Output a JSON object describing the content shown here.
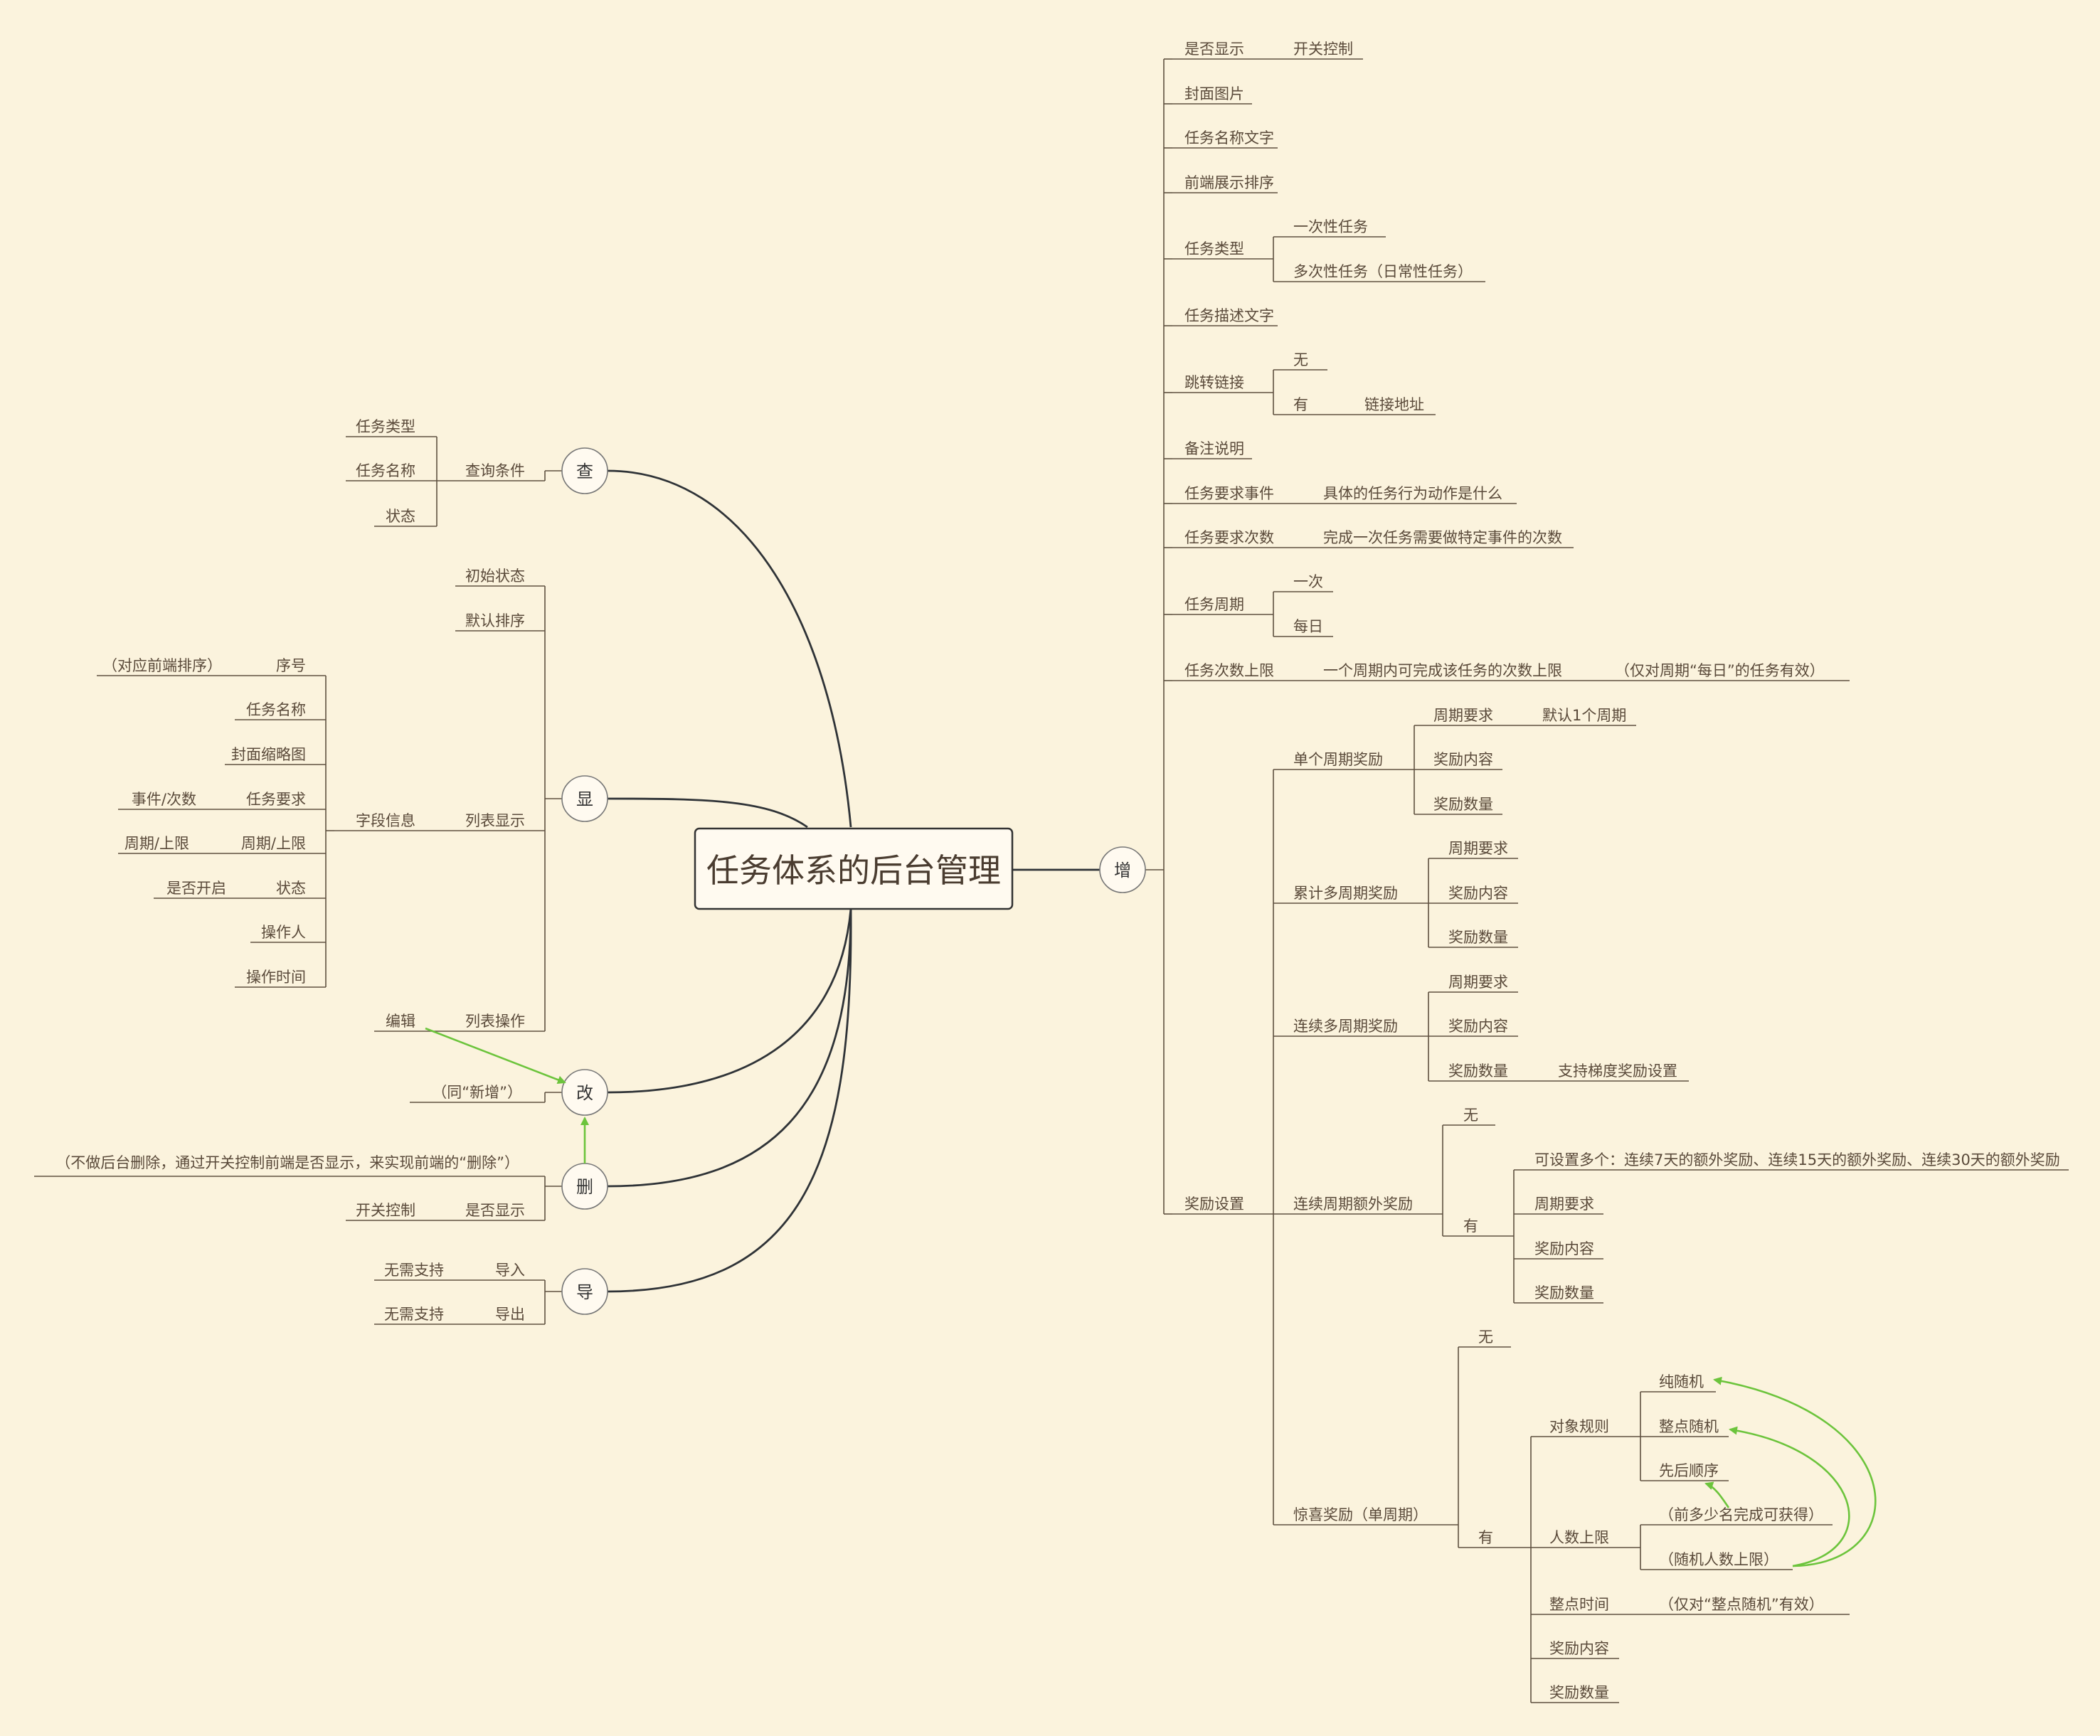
{
  "root": {
    "title": "任务体系的后台管理"
  },
  "colors": {
    "background": "#fbf3dd",
    "line": "#5f5140",
    "curve": "#2f3337",
    "relation": "#6cc43c",
    "text": "#5a4a3a"
  },
  "hubs": {
    "add": "增",
    "query": "查",
    "display": "显",
    "edit": "改",
    "delete": "删",
    "export": "导"
  },
  "labels": {
    "r_show": "是否显示",
    "r_show_ctrl": "开关控制",
    "r_cover": "封面图片",
    "r_name": "任务名称文字",
    "r_order": "前端展示排序",
    "r_type": "任务类型",
    "r_type_once": "一次性任务",
    "r_type_multi": "多次性任务（日常性任务）",
    "r_desc": "任务描述文字",
    "r_jump": "跳转链接",
    "r_jump_none": "无",
    "r_jump_has": "有",
    "r_jump_addr": "链接地址",
    "r_note": "备注说明",
    "r_event": "任务要求事件",
    "r_event_d": "具体的任务行为动作是什么",
    "r_count": "任务要求次数",
    "r_count_d": "完成一次任务需要做特定事件的次数",
    "r_period": "任务周期",
    "r_period_once": "一次",
    "r_period_daily": "每日",
    "r_limit": "任务次数上限",
    "r_limit_d": "一个周期内可完成该任务的次数上限",
    "r_limit_note": "（仅对周期“每日”的任务有效）",
    "r_reward": "奖励设置",
    "rw_single": "单个周期奖励",
    "rw_s_req": "周期要求",
    "rw_s_req_d": "默认1个周期",
    "rw_s_content": "奖励内容",
    "rw_s_qty": "奖励数量",
    "rw_cumul": "累计多周期奖励",
    "rw_c_req": "周期要求",
    "rw_c_content": "奖励内容",
    "rw_c_qty": "奖励数量",
    "rw_consec": "连续多周期奖励",
    "rw_cc_req": "周期要求",
    "rw_cc_content": "奖励内容",
    "rw_cc_qty": "奖励数量",
    "rw_cc_qty_d": "支持梯度奖励设置",
    "rw_extra": "连续周期额外奖励",
    "rw_e_none": "无",
    "rw_e_has": "有",
    "rw_e_multi": "可设置多个：连续7天的额外奖励、连续15天的额外奖励、连续30天的额外奖励",
    "rw_e_req": "周期要求",
    "rw_e_content": "奖励内容",
    "rw_e_qty": "奖励数量",
    "rw_surprise": "惊喜奖励（单周期）",
    "rw_sp_none": "无",
    "rw_sp_has": "有",
    "rw_sp_target": "对象规则",
    "rw_sp_t_random": "纯随机",
    "rw_sp_t_hourly": "整点随机",
    "rw_sp_t_seq": "先后顺序",
    "rw_sp_people": "人数上限",
    "rw_sp_p_first": "（前多少名完成可获得）",
    "rw_sp_p_rand": "（随机人数上限）",
    "rw_sp_time": "整点时间",
    "rw_sp_time_d": "（仅对“整点随机”有效）",
    "rw_sp_content": "奖励内容",
    "rw_sp_qty": "奖励数量",
    "q_cond": "查询条件",
    "q_type": "任务类型",
    "q_name": "任务名称",
    "q_status": "状态",
    "d_init": "初始状态",
    "d_sort": "默认排序",
    "d_list": "列表显示",
    "d_ops": "列表操作",
    "d_ops_edit": "编辑",
    "d_fields": "字段信息",
    "f_seq": "序号",
    "f_seq_d": "（对应前端排序）",
    "f_name": "任务名称",
    "f_thumb": "封面缩略图",
    "f_req": "任务要求",
    "f_req_d": "事件/次数",
    "f_period": "周期/上限",
    "f_period_d": "周期/上限",
    "f_status": "状态",
    "f_status_d": "是否开启",
    "f_operator": "操作人",
    "f_optime": "操作时间",
    "e_same": "（同“新增”）",
    "del_show": "是否显示",
    "del_ctrl": "开关控制",
    "del_note": "（不做后台删除，通过开关控制前端是否显示，来实现前端的“删除”）",
    "x_import": "导入",
    "x_import_d": "无需支持",
    "x_export": "导出",
    "x_export_d": "无需支持"
  }
}
